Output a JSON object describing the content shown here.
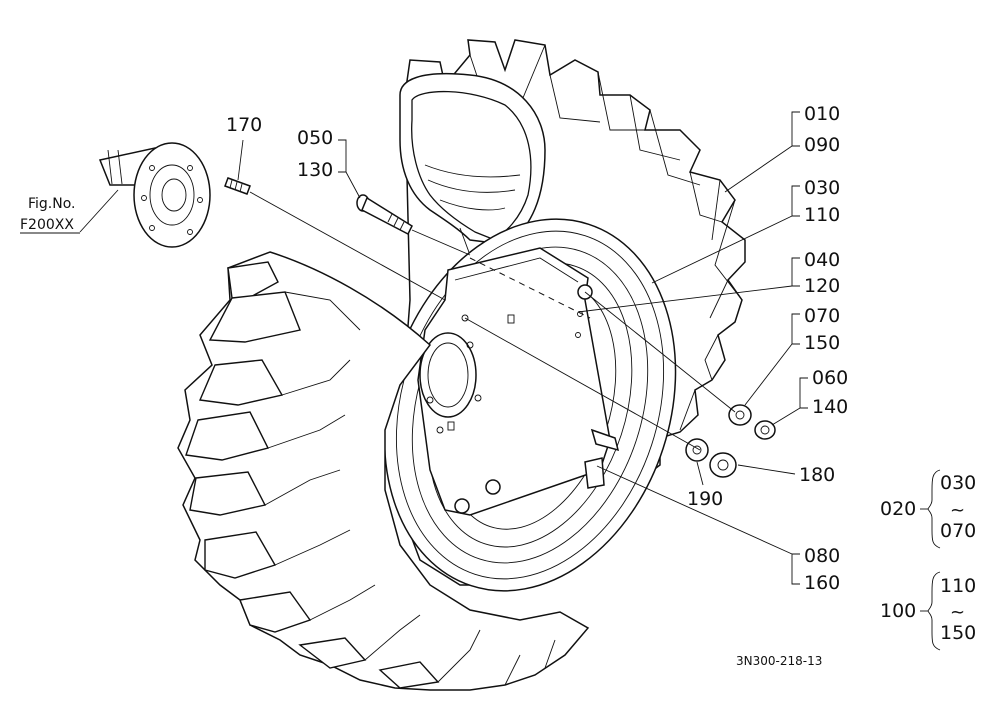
{
  "figure_ref": {
    "line1": "Fig.No.",
    "line2": "F200XX"
  },
  "labels": {
    "l170": "170",
    "l050": "050",
    "l130": "130",
    "l010": "010",
    "l090": "090",
    "l030": "030",
    "l110": "110",
    "l040": "040",
    "l120": "120",
    "l070": "070",
    "l150": "150",
    "l060": "060",
    "l140": "140",
    "l180": "180",
    "l190": "190",
    "l080": "080",
    "l160": "160"
  },
  "groups": {
    "g1": {
      "id": "020",
      "from": "030",
      "tilde": "~",
      "to": "070"
    },
    "g2": {
      "id": "100",
      "from": "110",
      "tilde": "~",
      "to": "150"
    }
  },
  "drawing_number": "3N300-218-13"
}
